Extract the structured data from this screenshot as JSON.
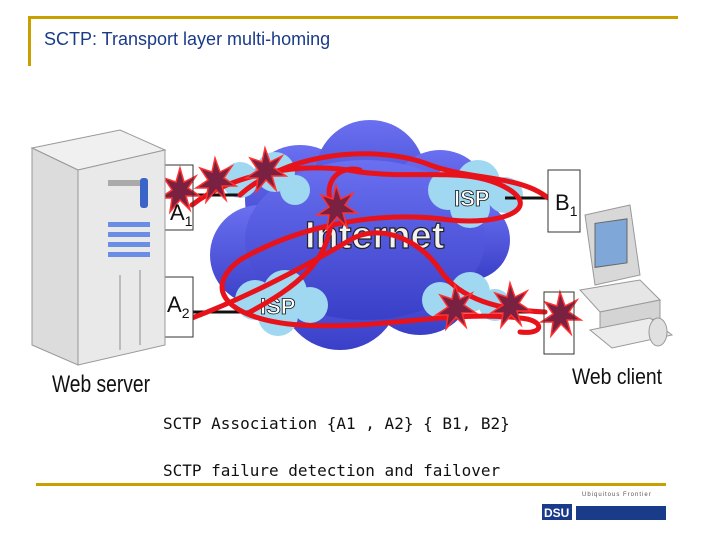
{
  "slide": {
    "title": "SCTP: Transport layer multi-homing",
    "caption_association": "SCTP Association {A1 , A2}  { B1, B2}",
    "caption_failover": "SCTP failure detection and failover"
  },
  "diagram": {
    "cloud_label": "Internet",
    "isp_top_label": "ISP",
    "isp_bottom_label": "ISP",
    "a1_label": "A",
    "a1_sub": "1",
    "a2_label": "A",
    "a2_sub": "2",
    "b1_label": "B",
    "b1_sub": "1",
    "server_label": "Web server",
    "client_label": "Web client"
  },
  "logo": {
    "tagline": "Ubiquitous Frontier",
    "brand": "DSU"
  },
  "colors": {
    "path_red": "#e8121a",
    "cloud_blue": "#4a4fd8",
    "isp_cloud": "#9fd8f0",
    "accent_gold": "#c8a000",
    "title_blue": "#1a3a8a"
  }
}
